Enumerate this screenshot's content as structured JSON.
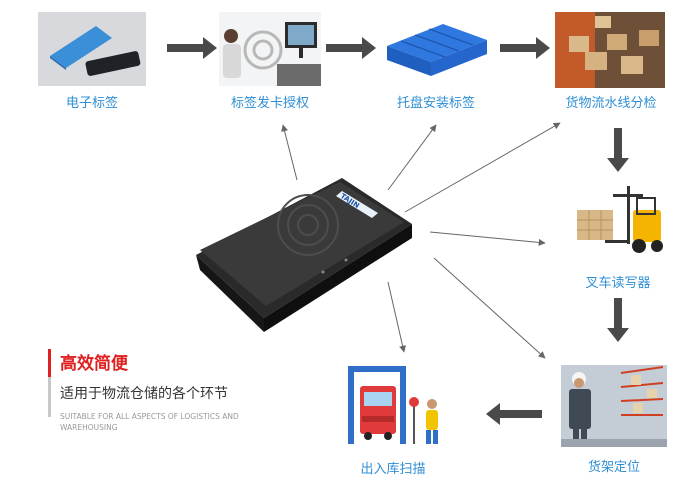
{
  "steps": [
    {
      "label": "电子标签"
    },
    {
      "label": "标签发卡授权"
    },
    {
      "label": "托盘安装标签"
    },
    {
      "label": "货物流水线分检"
    },
    {
      "label": "叉车读写器"
    },
    {
      "label": "货架定位"
    },
    {
      "label": "出入库扫描"
    }
  ],
  "device": {
    "brand": "TAJIN"
  },
  "promo": {
    "title": "高效简便",
    "subtitle": "适用于物流仓储的各个环节",
    "tagline": "SUITABLE FOR ALL ASPECTS OF LOGISTICS AND WAREHOUSING"
  },
  "colors": {
    "caption": "#2f8fd4",
    "accent": "#e02020",
    "arrow": "#4a4a4a"
  }
}
